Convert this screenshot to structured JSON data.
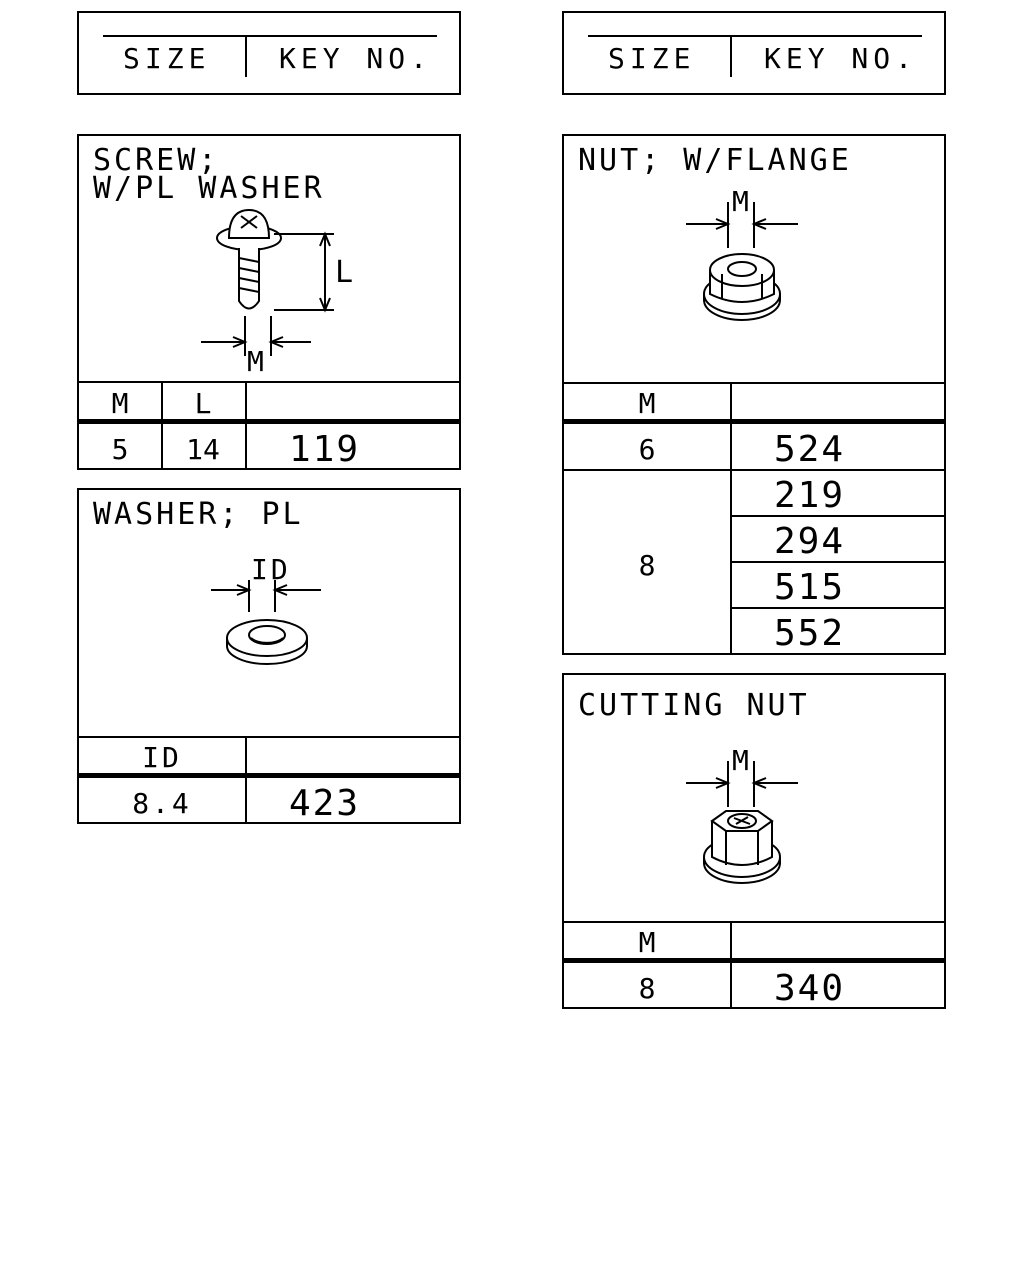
{
  "header_left": {
    "size_label": "SIZE",
    "key_label": "KEY NO."
  },
  "header_right": {
    "size_label": "SIZE",
    "key_label": "KEY NO."
  },
  "screw": {
    "title_line1": "SCREW;",
    "title_line2": "W/PL WASHER",
    "dim_length": "L",
    "dim_thread": "M",
    "col_m": "M",
    "col_l": "L",
    "row": {
      "m": "5",
      "l": "14",
      "key": "119"
    }
  },
  "washer": {
    "title": "WASHER; PL",
    "dim_id": "ID",
    "col_id": "ID",
    "row": {
      "id": "8.4",
      "key": "423"
    }
  },
  "flange_nut": {
    "title": "NUT; W/FLANGE",
    "dim_thread": "M",
    "col_m": "M",
    "rows": [
      {
        "m": "6",
        "key": "524"
      },
      {
        "m": "8",
        "keys": [
          "219",
          "294",
          "515",
          "552"
        ]
      }
    ]
  },
  "cutting_nut": {
    "title": "CUTTING NUT",
    "dim_thread": "M",
    "col_m": "M",
    "row": {
      "m": "8",
      "key": "340"
    }
  }
}
